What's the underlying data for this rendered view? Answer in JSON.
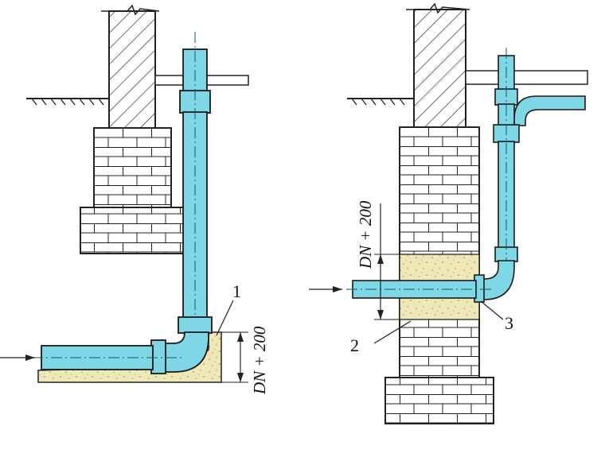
{
  "colors": {
    "pipe_fill": "#7fd6e4",
    "pipe_stroke": "#1a1a1a",
    "fill_bed": "#eee8b6",
    "brick": "#ffffff",
    "hatch": "#222222",
    "background": "#ffffff"
  },
  "labels": {
    "callout_1": "1",
    "callout_2": "2",
    "callout_3": "3"
  },
  "dimensions": {
    "left_height": "DN + 200",
    "right_height": "DN + 200"
  }
}
